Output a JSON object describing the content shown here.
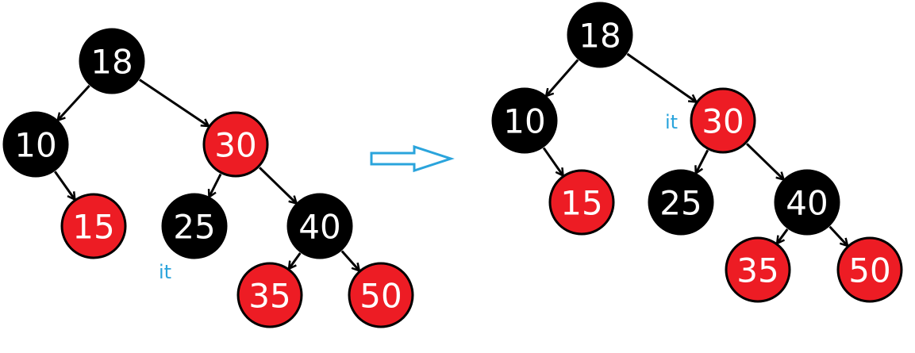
{
  "colors": {
    "black_node": "#000000",
    "red_node": "#ed1c24",
    "node_outline": "#000000",
    "node_text": "#ffffff",
    "edge": "#000000",
    "arrow": "#2aa4dc",
    "iterator_label": "#2aa4dc"
  },
  "before_tree": {
    "nodes": [
      {
        "key": "18",
        "color": "black"
      },
      {
        "key": "10",
        "color": "black"
      },
      {
        "key": "30",
        "color": "red"
      },
      {
        "key": "15",
        "color": "red"
      },
      {
        "key": "25",
        "color": "black"
      },
      {
        "key": "40",
        "color": "black"
      },
      {
        "key": "35",
        "color": "red"
      },
      {
        "key": "50",
        "color": "red"
      }
    ],
    "iterator_label": "it",
    "iterator_at": "25"
  },
  "after_tree": {
    "nodes": [
      {
        "key": "18",
        "color": "black"
      },
      {
        "key": "10",
        "color": "black"
      },
      {
        "key": "30",
        "color": "red"
      },
      {
        "key": "15",
        "color": "red"
      },
      {
        "key": "25",
        "color": "black"
      },
      {
        "key": "40",
        "color": "black"
      },
      {
        "key": "35",
        "color": "red"
      },
      {
        "key": "50",
        "color": "red"
      }
    ],
    "iterator_label": "it",
    "iterator_at": "30"
  },
  "transition_arrow": "arrow-right-icon"
}
